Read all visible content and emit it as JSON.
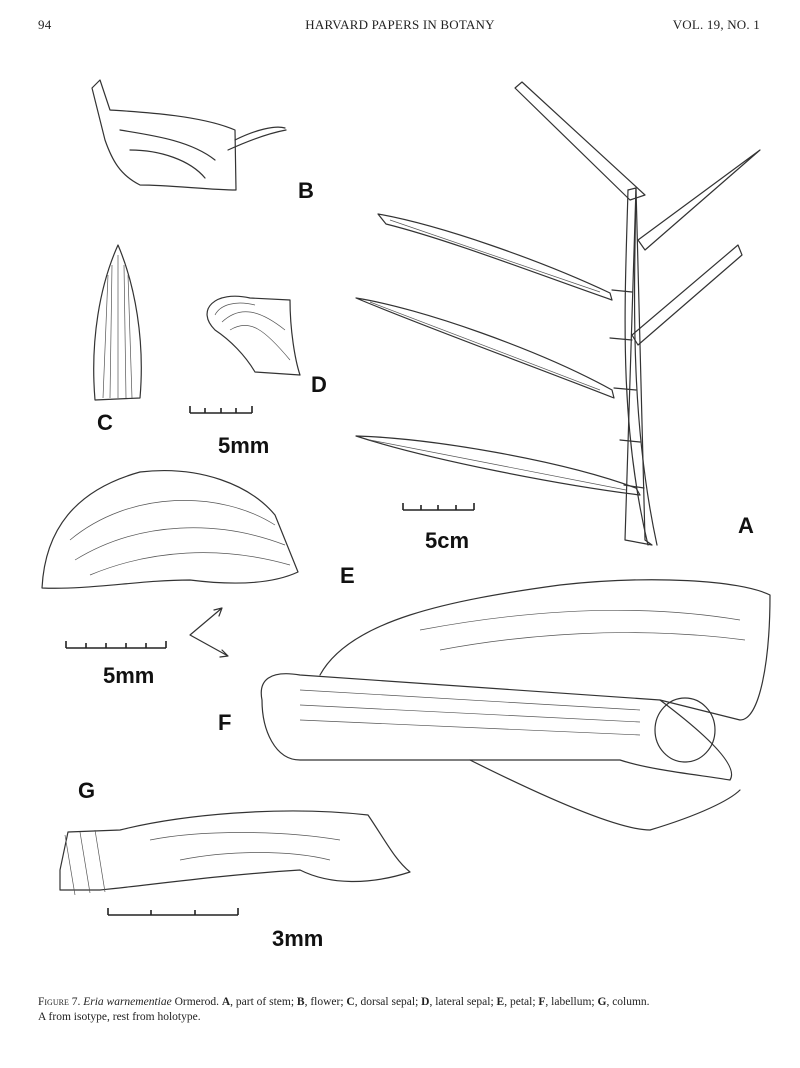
{
  "header": {
    "page_number": "94",
    "running_title": "HARVARD PAPERS IN BOTANY",
    "volume": "VOL. 19, NO. 1"
  },
  "figure": {
    "panel_labels": {
      "A": "A",
      "B": "B",
      "C": "C",
      "D": "D",
      "E": "E",
      "F": "F",
      "G": "G"
    },
    "scale_bars": {
      "cd": "5mm",
      "a": "5cm",
      "e": "5mm",
      "g": "3mm"
    }
  },
  "caption": {
    "figure_label": "Figure 7.",
    "species": "Eria warnementiae",
    "author": " Ormerod. ",
    "parts": [
      {
        "key": "A",
        "text": ", part of stem; "
      },
      {
        "key": "B",
        "text": ", flower; "
      },
      {
        "key": "C",
        "text": ", dorsal sepal; "
      },
      {
        "key": "D",
        "text": ", lateral sepal; "
      },
      {
        "key": "E",
        "text": ", petal; "
      },
      {
        "key": "F",
        "text": ", labellum; "
      },
      {
        "key": "G",
        "text": ", column."
      }
    ],
    "note": "A from isotype, rest from holotype."
  }
}
